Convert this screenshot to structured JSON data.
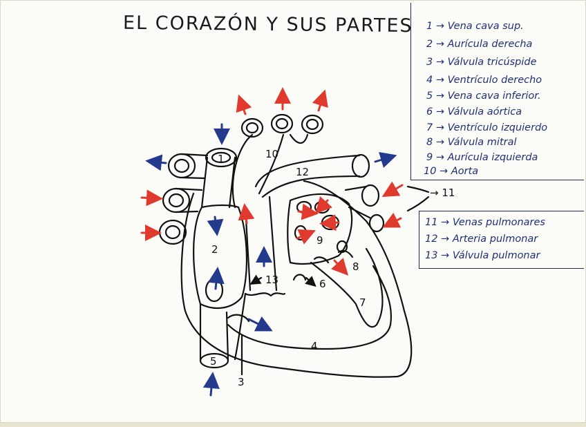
{
  "title": "EL CORAZÓN Y SUS PARTES",
  "legend_top": [
    "1 → Vena cava sup.",
    "2 → Aurícula derecha",
    "3 → Válvula tricúspide",
    "4 → Ventrículo derecho",
    "5 → Vena cava inferior.",
    "6 → Válvula aórtica",
    "7 → Ventrículo izquierdo",
    "8 → Válvula mitral",
    "9 → Aurícula izquierda",
    "10 → Aorta"
  ],
  "legend_bottom": [
    "11 → Venas pulmonares",
    "12 → Arteria pulmonar",
    "13 → Válvula pulmonar"
  ],
  "pointer_label": "→ 11",
  "part_numbers": {
    "n1": "1",
    "n2": "2",
    "n3": "3",
    "n4": "4",
    "n5": "5",
    "n6": "6",
    "n7": "7",
    "n8": "8",
    "n9": "9",
    "n10": "10",
    "n12": "12",
    "n13": "13"
  },
  "colors": {
    "oxygenated_arrow": "#e03a2e",
    "deoxygenated_arrow": "#243a8c",
    "ink": "#111111",
    "legend_ink": "#1f2f73"
  }
}
